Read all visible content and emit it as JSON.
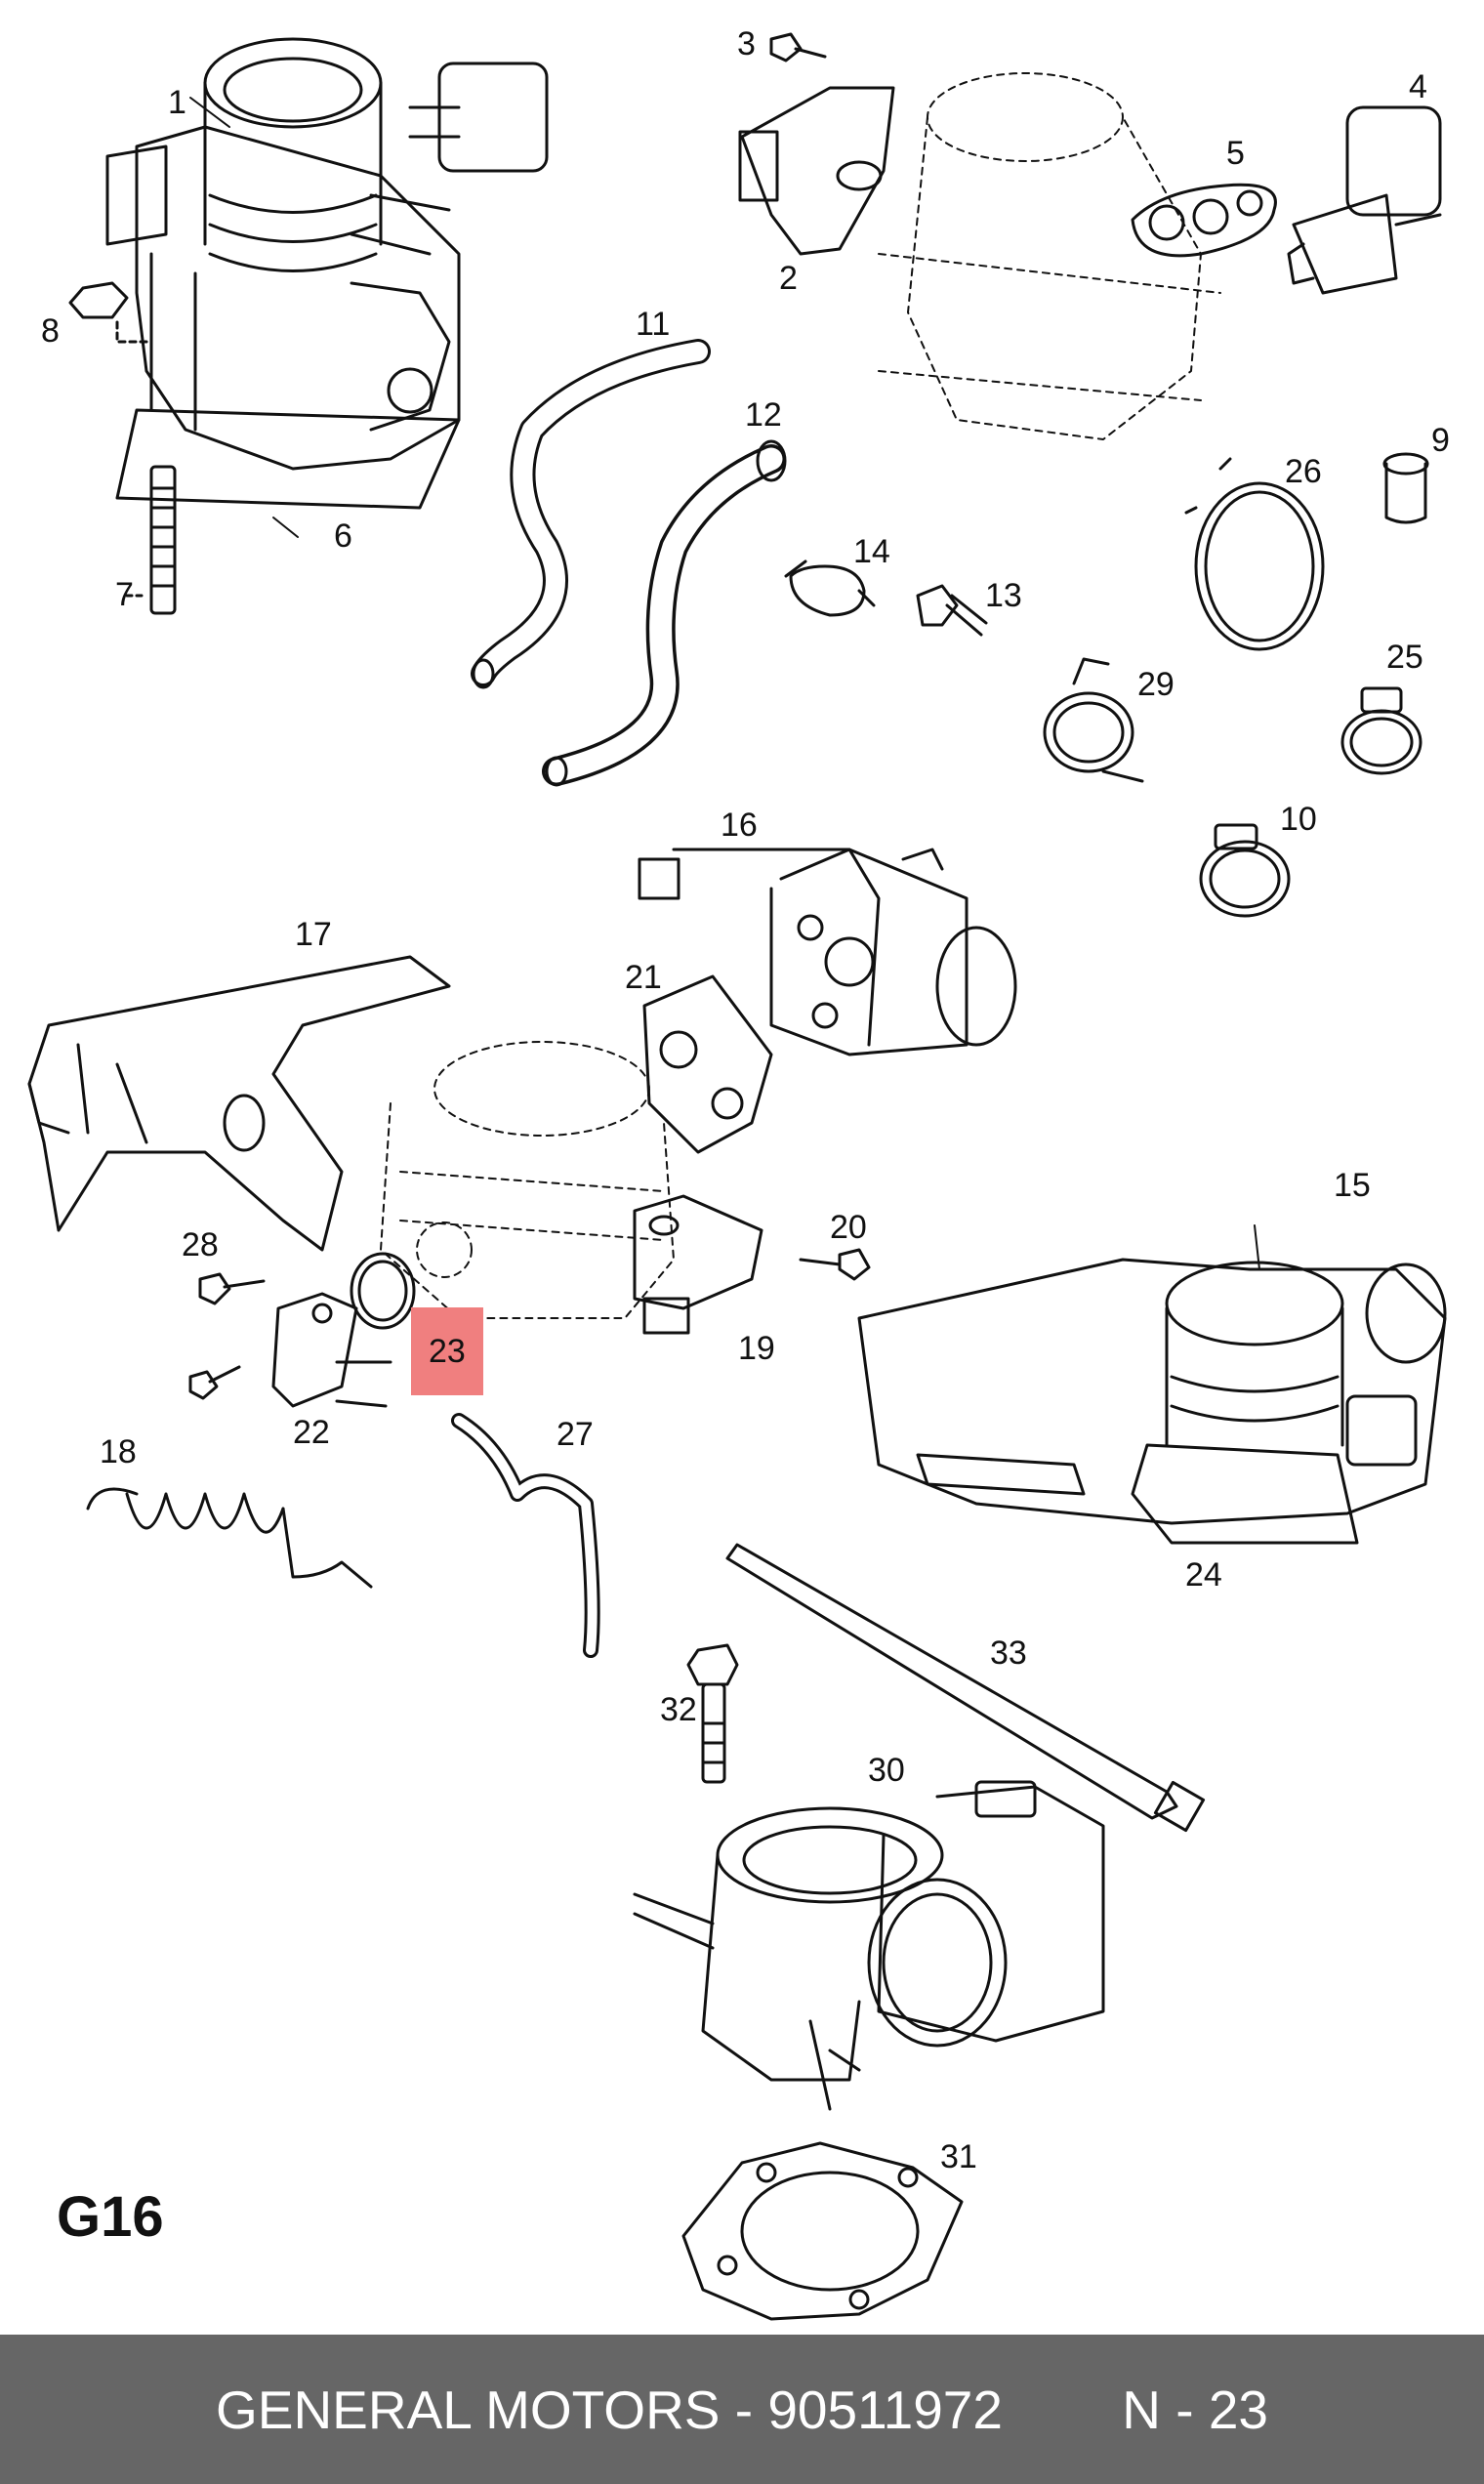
{
  "diagram": {
    "section_code": "G16",
    "highlighted_callout": "23",
    "highlight_color": "#f07f7f",
    "callouts": {
      "c1": "1",
      "c2": "2",
      "c3": "3",
      "c4": "4",
      "c5": "5",
      "c6": "6",
      "c7": "7",
      "c8": "8",
      "c9": "9",
      "c10": "10",
      "c11": "11",
      "c12": "12",
      "c13": "13",
      "c14": "14",
      "c15": "15",
      "c16": "16",
      "c17": "17",
      "c18": "18",
      "c19": "19",
      "c20": "20",
      "c21": "21",
      "c22": "22",
      "c23": "23",
      "c24": "24",
      "c25": "25",
      "c26": "26",
      "c27": "27",
      "c28": "28",
      "c29": "29",
      "c30": "30",
      "c31": "31",
      "c32": "32",
      "c33": "33"
    }
  },
  "footer": {
    "brand_part": "GENERAL MOTORS - 90511972",
    "ref": "N - 23",
    "background": "#666666"
  }
}
